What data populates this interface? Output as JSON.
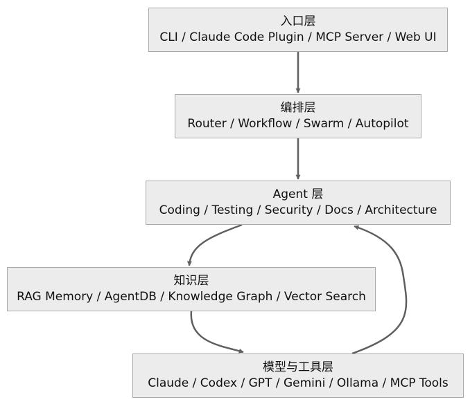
{
  "layers": [
    {
      "key": "entry",
      "title": "入口层",
      "items": "CLI / Claude Code Plugin / MCP Server / Web UI"
    },
    {
      "key": "orchestration",
      "title": "编排层",
      "items": "Router / Workflow / Swarm / Autopilot"
    },
    {
      "key": "agent",
      "title": "Agent 层",
      "items": "Coding / Testing / Security / Docs / Architecture"
    },
    {
      "key": "knowledge",
      "title": "知识层",
      "items": "RAG Memory / AgentDB / Knowledge Graph / Vector Search"
    },
    {
      "key": "models",
      "title": "模型与工具层",
      "items": "Claude / Codex / GPT / Gemini / Ollama / MCP Tools"
    }
  ],
  "edges": [
    {
      "from": "entry",
      "to": "orchestration"
    },
    {
      "from": "orchestration",
      "to": "agent"
    },
    {
      "from": "agent",
      "to": "knowledge"
    },
    {
      "from": "knowledge",
      "to": "models"
    },
    {
      "from": "models",
      "to": "agent"
    }
  ],
  "colors": {
    "node_fill": "#ececec",
    "node_border": "#a9a9a9",
    "edge": "#5f5f5f",
    "text": "#111111"
  }
}
